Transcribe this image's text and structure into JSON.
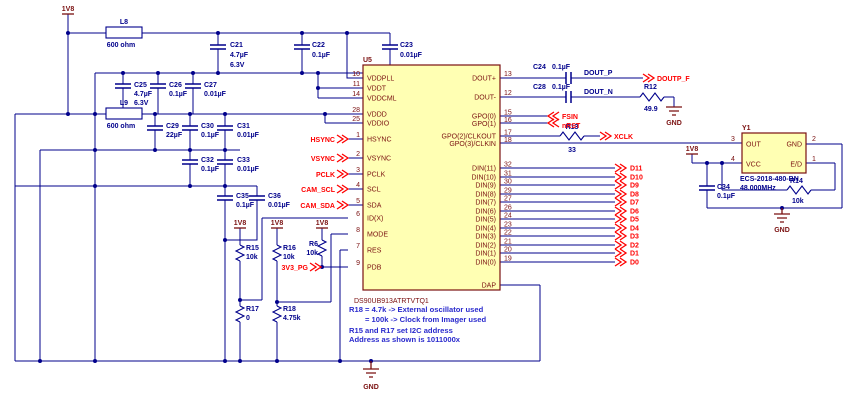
{
  "colors": {
    "wire": "#00008B",
    "signal_red": "#FF0000",
    "power_maroon": "#7A1010",
    "ic_fill": "#FFFFB3",
    "note_blue": "#2A2ACD",
    "background": "#FFFFFF"
  },
  "power": {
    "v18": "1V8",
    "gnd": "GND"
  },
  "inductors": {
    "L8": {
      "ref": "L8",
      "value": "600 ohm"
    },
    "L9": {
      "ref": "L9",
      "value": "600 ohm"
    }
  },
  "capacitors": {
    "C21": {
      "ref": "C21",
      "value": "4.7µF",
      "rating": "6.3V"
    },
    "C22": {
      "ref": "C22",
      "value": "0.1µF"
    },
    "C23": {
      "ref": "C23",
      "value": "0.01µF"
    },
    "C25": {
      "ref": "C25",
      "value": "4.7µF",
      "rating": "6.3V"
    },
    "C26": {
      "ref": "C26",
      "value": "0.1µF"
    },
    "C27": {
      "ref": "C27",
      "value": "0.01µF"
    },
    "C29": {
      "ref": "C29",
      "value": "22µF"
    },
    "C30": {
      "ref": "C30",
      "value": "0.1µF"
    },
    "C31": {
      "ref": "C31",
      "value": "0.01µF"
    },
    "C32": {
      "ref": "C32",
      "value": "0.1µF"
    },
    "C33": {
      "ref": "C33",
      "value": "0.01µF"
    },
    "C35": {
      "ref": "C35",
      "value": "0.1µF"
    },
    "C36": {
      "ref": "C36",
      "value": "0.01µF"
    },
    "C24": {
      "ref": "C24",
      "value": "0.1µF"
    },
    "C28": {
      "ref": "C28",
      "value": "0.1µF"
    },
    "C34": {
      "ref": "C34",
      "value": "0.1µF"
    }
  },
  "resistors": {
    "R12": {
      "ref": "R12",
      "value": "49.9"
    },
    "R13": {
      "ref": "R13",
      "value": "33"
    },
    "R14": {
      "ref": "R14",
      "value": "10k"
    },
    "R15": {
      "ref": "R15",
      "value": "10k"
    },
    "R16": {
      "ref": "R16",
      "value": "10k"
    },
    "R6": {
      "ref": "R6",
      "value": "10k"
    },
    "R17": {
      "ref": "R17",
      "value": "0"
    },
    "R18": {
      "ref": "R18",
      "value": "4.75k"
    }
  },
  "u5": {
    "ref": "U5",
    "part": "DS90UB913ATRTVTQ1",
    "left_pins": [
      {
        "num": "10",
        "name": "VDDPLL"
      },
      {
        "num": "11",
        "name": "VDDT"
      },
      {
        "num": "14",
        "name": "VDDCML"
      },
      {
        "num": "28",
        "name": "VDDD"
      },
      {
        "num": "25",
        "name": "VDDIO"
      },
      {
        "num": "1",
        "name": "HSYNC"
      },
      {
        "num": "2",
        "name": "VSYNC"
      },
      {
        "num": "3",
        "name": "PCLK"
      },
      {
        "num": "4",
        "name": "SCL"
      },
      {
        "num": "5",
        "name": "SDA"
      },
      {
        "num": "6",
        "name": "ID(X)"
      },
      {
        "num": "8",
        "name": "MODE"
      },
      {
        "num": "7",
        "name": "RES"
      },
      {
        "num": "9",
        "name": "PDB"
      }
    ],
    "right_pins": [
      {
        "num": "13",
        "name": "DOUT+"
      },
      {
        "num": "12",
        "name": "DOUT-"
      },
      {
        "num": "15",
        "name": "GPO(0)"
      },
      {
        "num": "16",
        "name": "GPO(1)"
      },
      {
        "num": "17",
        "name": "GPO(2)/CLKOUT"
      },
      {
        "num": "18",
        "name": "GPO(3)/CLKIN"
      },
      {
        "num": "32",
        "name": "DIN(11)"
      },
      {
        "num": "31",
        "name": "DIN(10)"
      },
      {
        "num": "30",
        "name": "DIN(9)"
      },
      {
        "num": "29",
        "name": "DIN(8)"
      },
      {
        "num": "27",
        "name": "DIN(7)"
      },
      {
        "num": "26",
        "name": "DIN(6)"
      },
      {
        "num": "24",
        "name": "DIN(5)"
      },
      {
        "num": "23",
        "name": "DIN(4)"
      },
      {
        "num": "22",
        "name": "DIN(3)"
      },
      {
        "num": "21",
        "name": "DIN(2)"
      },
      {
        "num": "20",
        "name": "DIN(1)"
      },
      {
        "num": "19",
        "name": "DIN(0)"
      }
    ],
    "dap": "DAP"
  },
  "y1": {
    "ref": "Y1",
    "part": "ECS-2018-480-BN",
    "freq": "48.000MHz",
    "pin_out": "OUT",
    "num_out": "3",
    "pin_vcc": "VCC",
    "num_vcc": "4",
    "pin_gnd": "GND",
    "num_gnd": "2",
    "pin_ed": "E/D",
    "num_ed": "1"
  },
  "nets": {
    "dout_p": "DOUT_P",
    "dout_n": "DOUT_N"
  },
  "signals": {
    "hsync": "HSYNC",
    "vsync": "VSYNC",
    "pclk": "PCLK",
    "cam_scl": "CAM_SCL",
    "cam_sda": "CAM_SDA",
    "pg": "3V3_PG",
    "fsin": "FSIN",
    "nrst": "nRST",
    "xclk": "XCLK",
    "doutp_f": "DOUTP_F",
    "d": [
      "D11",
      "D10",
      "D9",
      "D8",
      "D7",
      "D6",
      "D5",
      "D4",
      "D3",
      "D2",
      "D1",
      "D0"
    ]
  },
  "note": {
    "line1": "R18 = 4.7k -> External oscillator used",
    "line2": "= 100k -> Clock from Imager used",
    "line3": "R15 and R17 set I2C address",
    "line4": "Address as shown is 1011000x"
  }
}
